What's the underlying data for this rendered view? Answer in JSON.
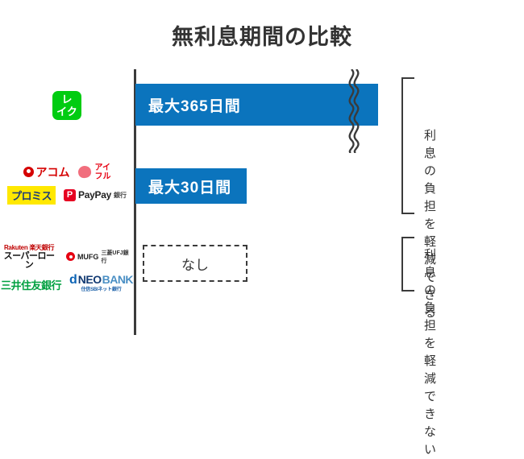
{
  "chart_data": {
    "type": "bar",
    "title": "無利息期間の比較",
    "xlabel": "",
    "ylabel": "",
    "orientation": "horizontal",
    "axis_break": true,
    "axis_break_note": "最大365日間のバーは波線で省略されている",
    "categories": [
      "レイク",
      "アコム / アイフル / プロミス / PayPay銀行",
      "楽天銀行スーパーローン / 三菱UFJ銀行 / 三井住友銀行 / 住信SBIネット銀行"
    ],
    "values": [
      365,
      30,
      0
    ],
    "value_labels": [
      "最大365日間",
      "最大30日間",
      "なし"
    ],
    "unit": "日",
    "grid": false,
    "legend": "none",
    "bar_color": "#0b74bd",
    "empty_bar_style": "dashed-outline",
    "annotations": [
      "利息の負担を\n軽減できる",
      "利息の負担を\n軽減できない"
    ]
  },
  "title": "無利息期間の比較",
  "rows": [
    {
      "bar_label": "最大365日間",
      "logos": [
        {
          "name": "lake",
          "text": "レイク",
          "line1": "レ",
          "line2": "イク",
          "color": "#00cc11"
        }
      ]
    },
    {
      "bar_label": "最大30日間",
      "logos": [
        {
          "name": "acom",
          "text": "アコム",
          "color": "#d50000"
        },
        {
          "name": "aiful",
          "line1": "アイ",
          "line2": "フル",
          "color": "#e60012"
        },
        {
          "name": "promise",
          "text": "プロミス",
          "color": "#ffe800"
        },
        {
          "name": "paypay",
          "mark": "P",
          "text": "PayPay",
          "suffix": "銀行",
          "color": "#e60020"
        }
      ]
    },
    {
      "bar_label": "なし",
      "logos": [
        {
          "name": "rakuten",
          "top": "Rakuten 楽天銀行",
          "bottom": "スーパーローン",
          "color": "#bf0000"
        },
        {
          "name": "mufg",
          "text": "MUFG",
          "sub": "三菱UFJ銀行",
          "color": "#e60012"
        },
        {
          "name": "smbc",
          "text": "三井住友銀行",
          "color": "#00a040"
        },
        {
          "name": "neobank",
          "d": "d",
          "neo": "NEO",
          "bank": "BANK",
          "sub": "住信SBIネット銀行",
          "color": "#0b63b5"
        }
      ]
    }
  ],
  "annotations": {
    "positive": "利息の負担を\n軽減できる",
    "negative": "利息の負担を\n軽減できない"
  },
  "colors": {
    "bar": "#0b74bd",
    "axis": "#3b3b3b",
    "text": "#333333"
  }
}
